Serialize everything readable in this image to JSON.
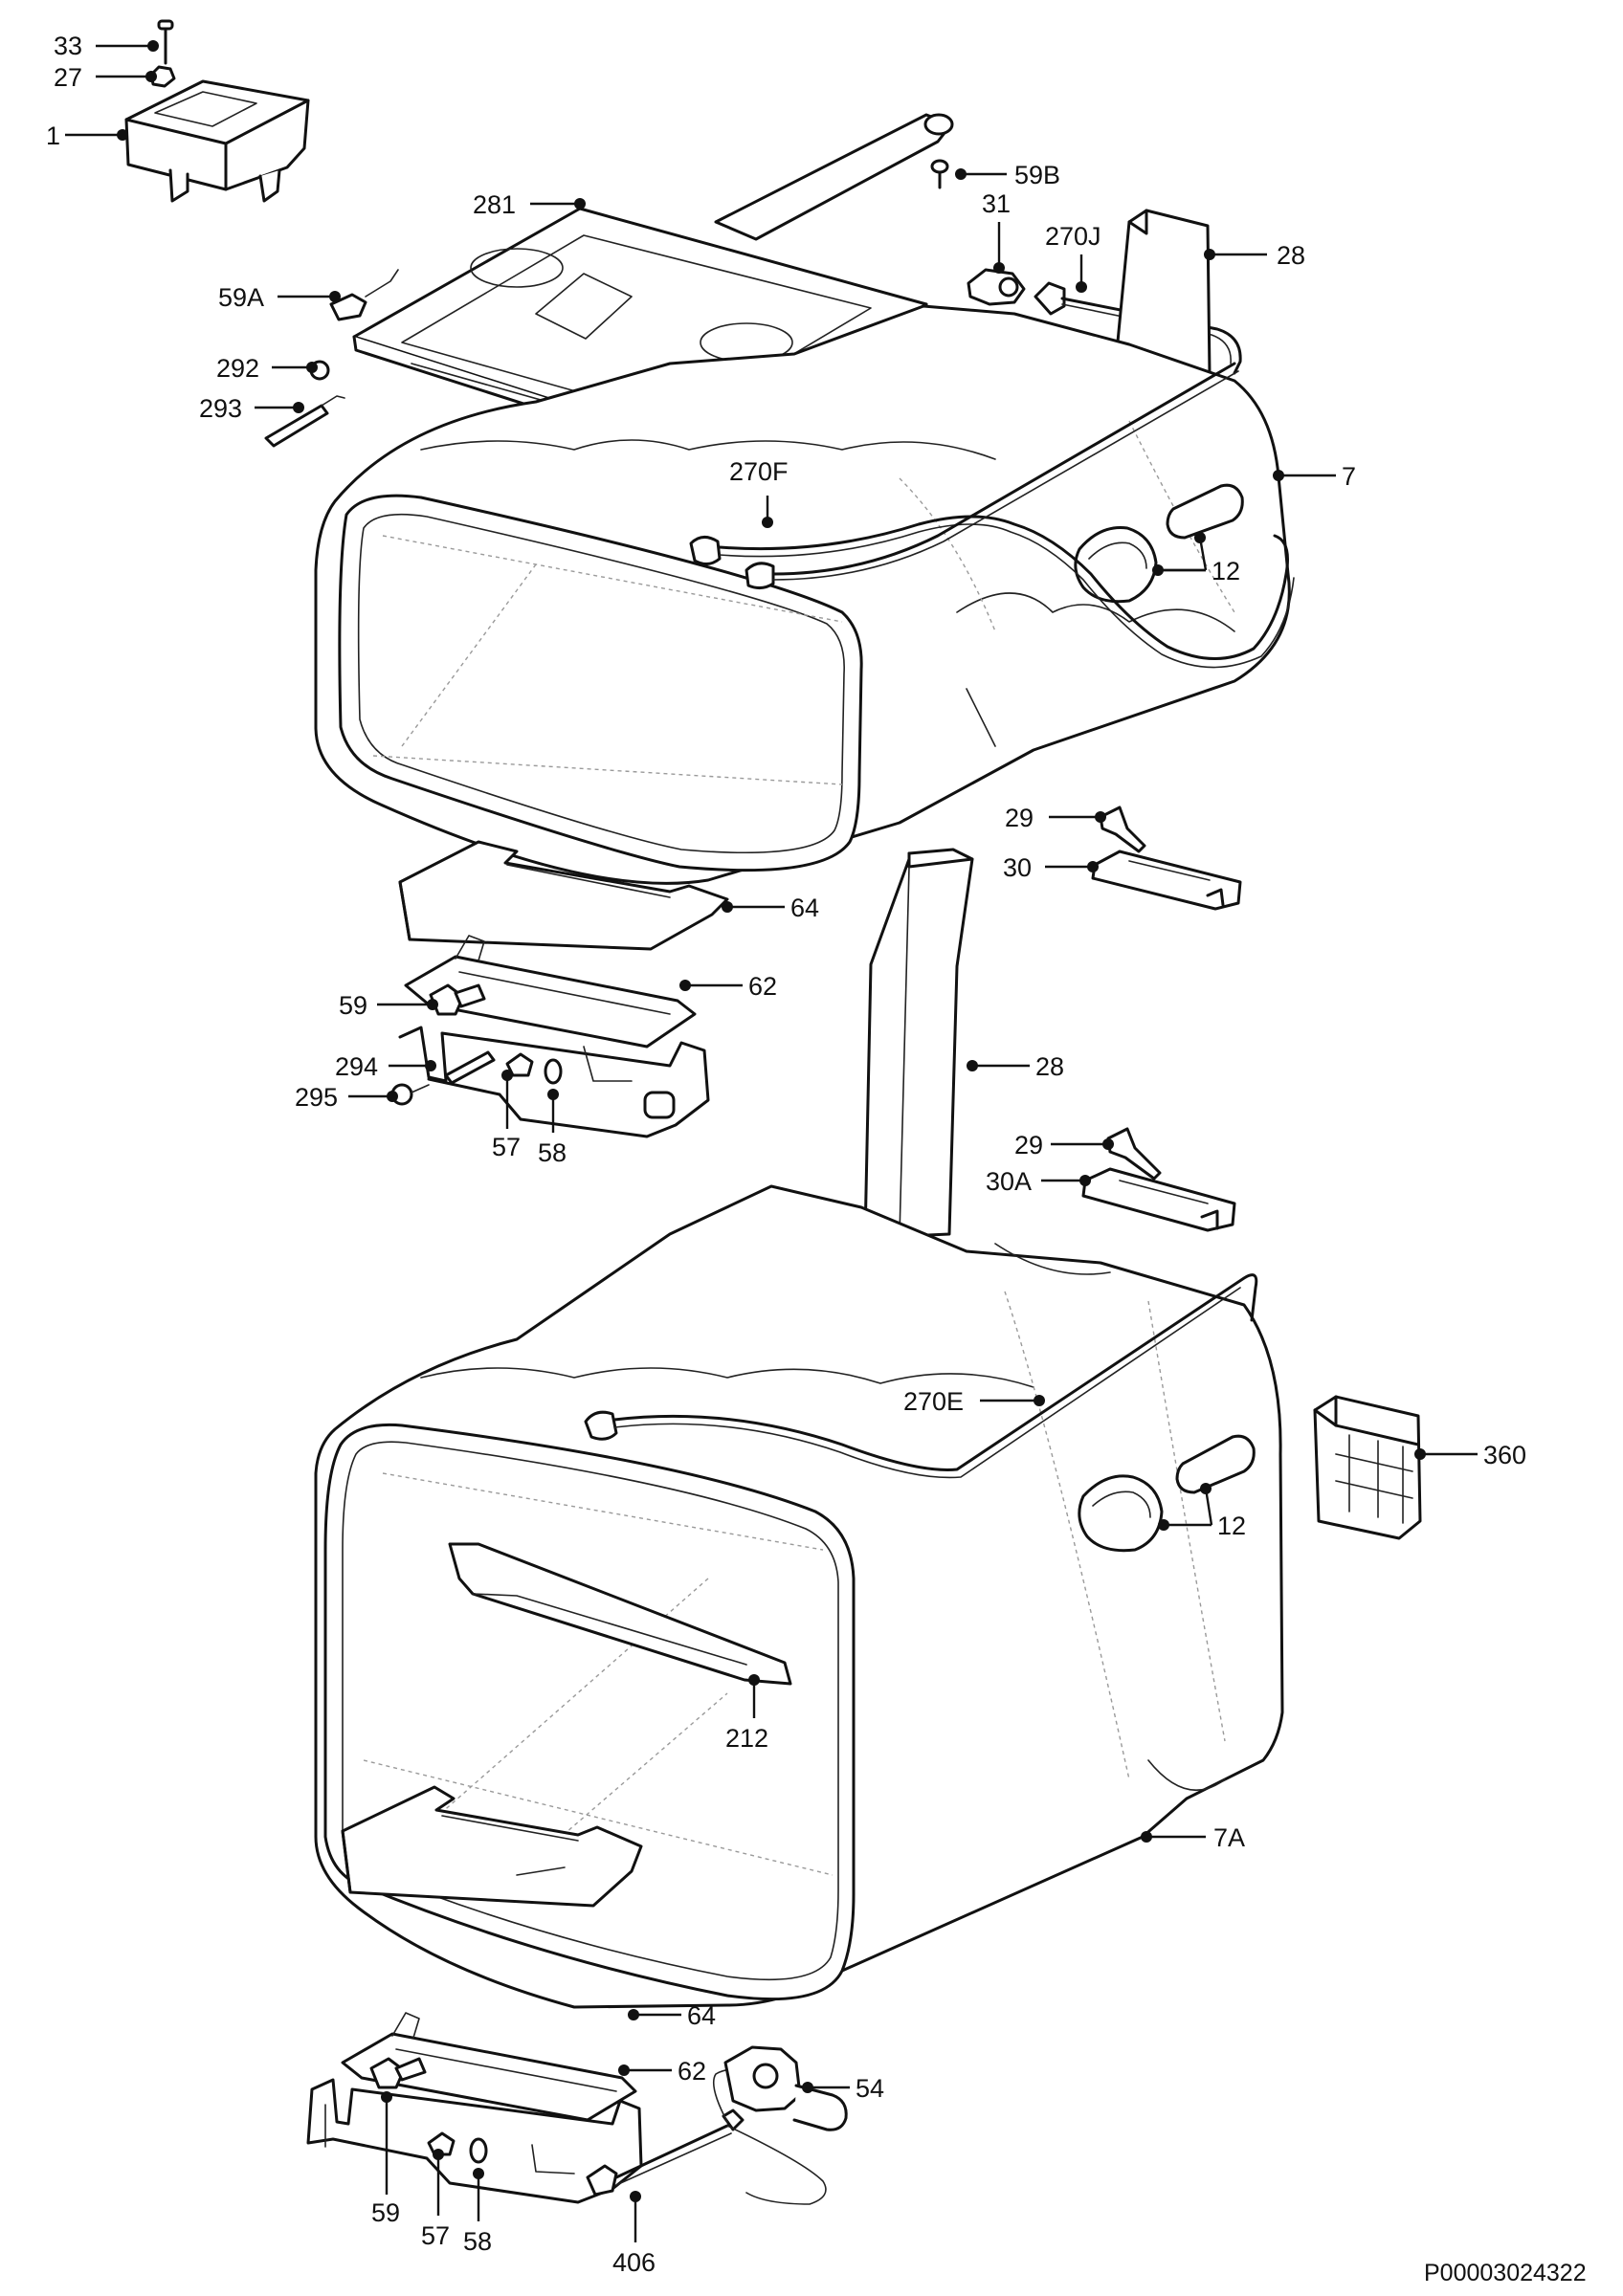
{
  "document_id": "P00003024322",
  "labels": {
    "l33": "33",
    "l27": "27",
    "l1": "1",
    "l59B": "59B",
    "l281": "281",
    "l31": "31",
    "l270J": "270J",
    "l28top": "28",
    "l59A": "59A",
    "l292": "292",
    "l293": "293",
    "l7": "7",
    "l270F": "270F",
    "l12top": "12",
    "l29a": "29",
    "l30": "30",
    "l64a": "64",
    "l62a": "62",
    "l59a": "59",
    "l28mid": "28",
    "l294": "294",
    "l295": "295",
    "l57a": "57",
    "l58a": "58",
    "l29b": "29",
    "l30A": "30A",
    "l270E": "270E",
    "l360": "360",
    "l12bot": "12",
    "l212": "212",
    "l7A": "7A",
    "l64b": "64",
    "l62b": "62",
    "l54": "54",
    "l59b": "59",
    "l57b": "57",
    "l58b": "58",
    "l406": "406"
  }
}
